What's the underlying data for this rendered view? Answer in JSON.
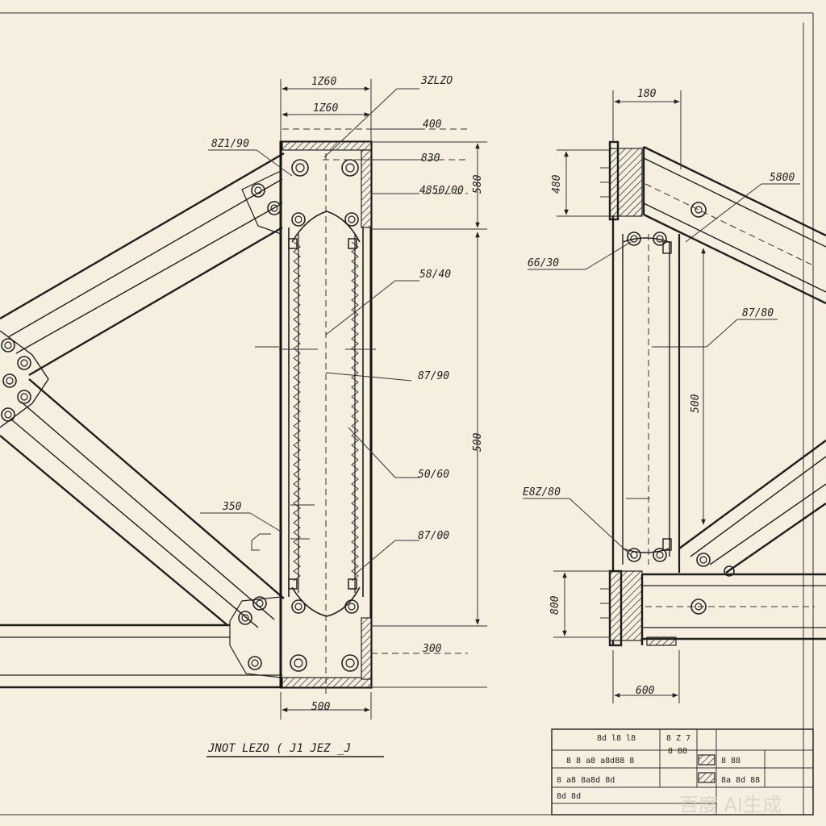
{
  "drawing_title": "JNOT LEZO ( J1 JEZ _J",
  "watermark": "百度 AI生成",
  "left_view": {
    "dimensions": {
      "top_outer": "1Z60",
      "top_inner": "1Z60",
      "top_right": "3ZLZO",
      "right_top": "400",
      "right_height": "580",
      "overall_height": "500",
      "bottom_width": "500",
      "bottom_right": "300"
    },
    "callouts": {
      "upper_left": "8Z1/90",
      "c830": "830",
      "c4850": "4850/00",
      "c5840": "58/40",
      "c8790": "87/90",
      "c5060": "50/60",
      "c8700": "87/00",
      "c350": "350"
    }
  },
  "right_view": {
    "dimensions": {
      "top_width": "180",
      "flange_height": "480",
      "mid_height": "500",
      "bottom_height": "800",
      "bottom_width": "600"
    },
    "callouts": {
      "c5800": "5800",
      "c6630": "66/30",
      "c8780": "87/80",
      "e8280": "E8Z/80"
    }
  },
  "title_block": {
    "r1c1": "8d l8 l8",
    "r1c2": "8 Z 7",
    "r1c3": "8 88",
    "r2c1": "8 8 a8 a8d88 8",
    "r2c3": "8 88",
    "r3c1": "8 a8 8a8d 8d",
    "r3c3": "8a 8d 88",
    "r4c1": "8d 8d"
  }
}
